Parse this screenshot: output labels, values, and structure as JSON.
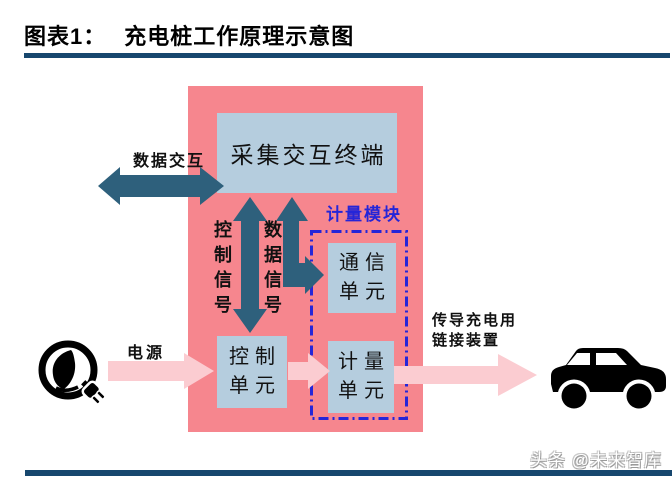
{
  "title": {
    "tag": "图表1：",
    "text": "充电桩工作原理示意图"
  },
  "colors": {
    "navy": "#17476e",
    "pink-body": "#f6868e",
    "box-blue": "#b5cdde",
    "arrow-dark": "#2e607c",
    "arrow-pink": "#fbccd1",
    "module-blue": "#2525d8",
    "watermark-gray": "#9a9a9a"
  },
  "diagram": {
    "terminal_box": "采集交互终端",
    "metering_module_label": "计量模块",
    "comm_unit": [
      "通信",
      "单元"
    ],
    "control_unit": [
      "控制",
      "单元"
    ],
    "meter_unit": [
      "计量",
      "单元"
    ],
    "labels": {
      "data_exchange": "数据交互",
      "control_signal": "控制信号",
      "data_signal": "数据信号",
      "power": "电源",
      "charge_link": [
        "传导充电用",
        "链接装置"
      ]
    },
    "icons": [
      "eco-plug-icon",
      "car-icon"
    ]
  },
  "watermark": "头条 @未来智库"
}
